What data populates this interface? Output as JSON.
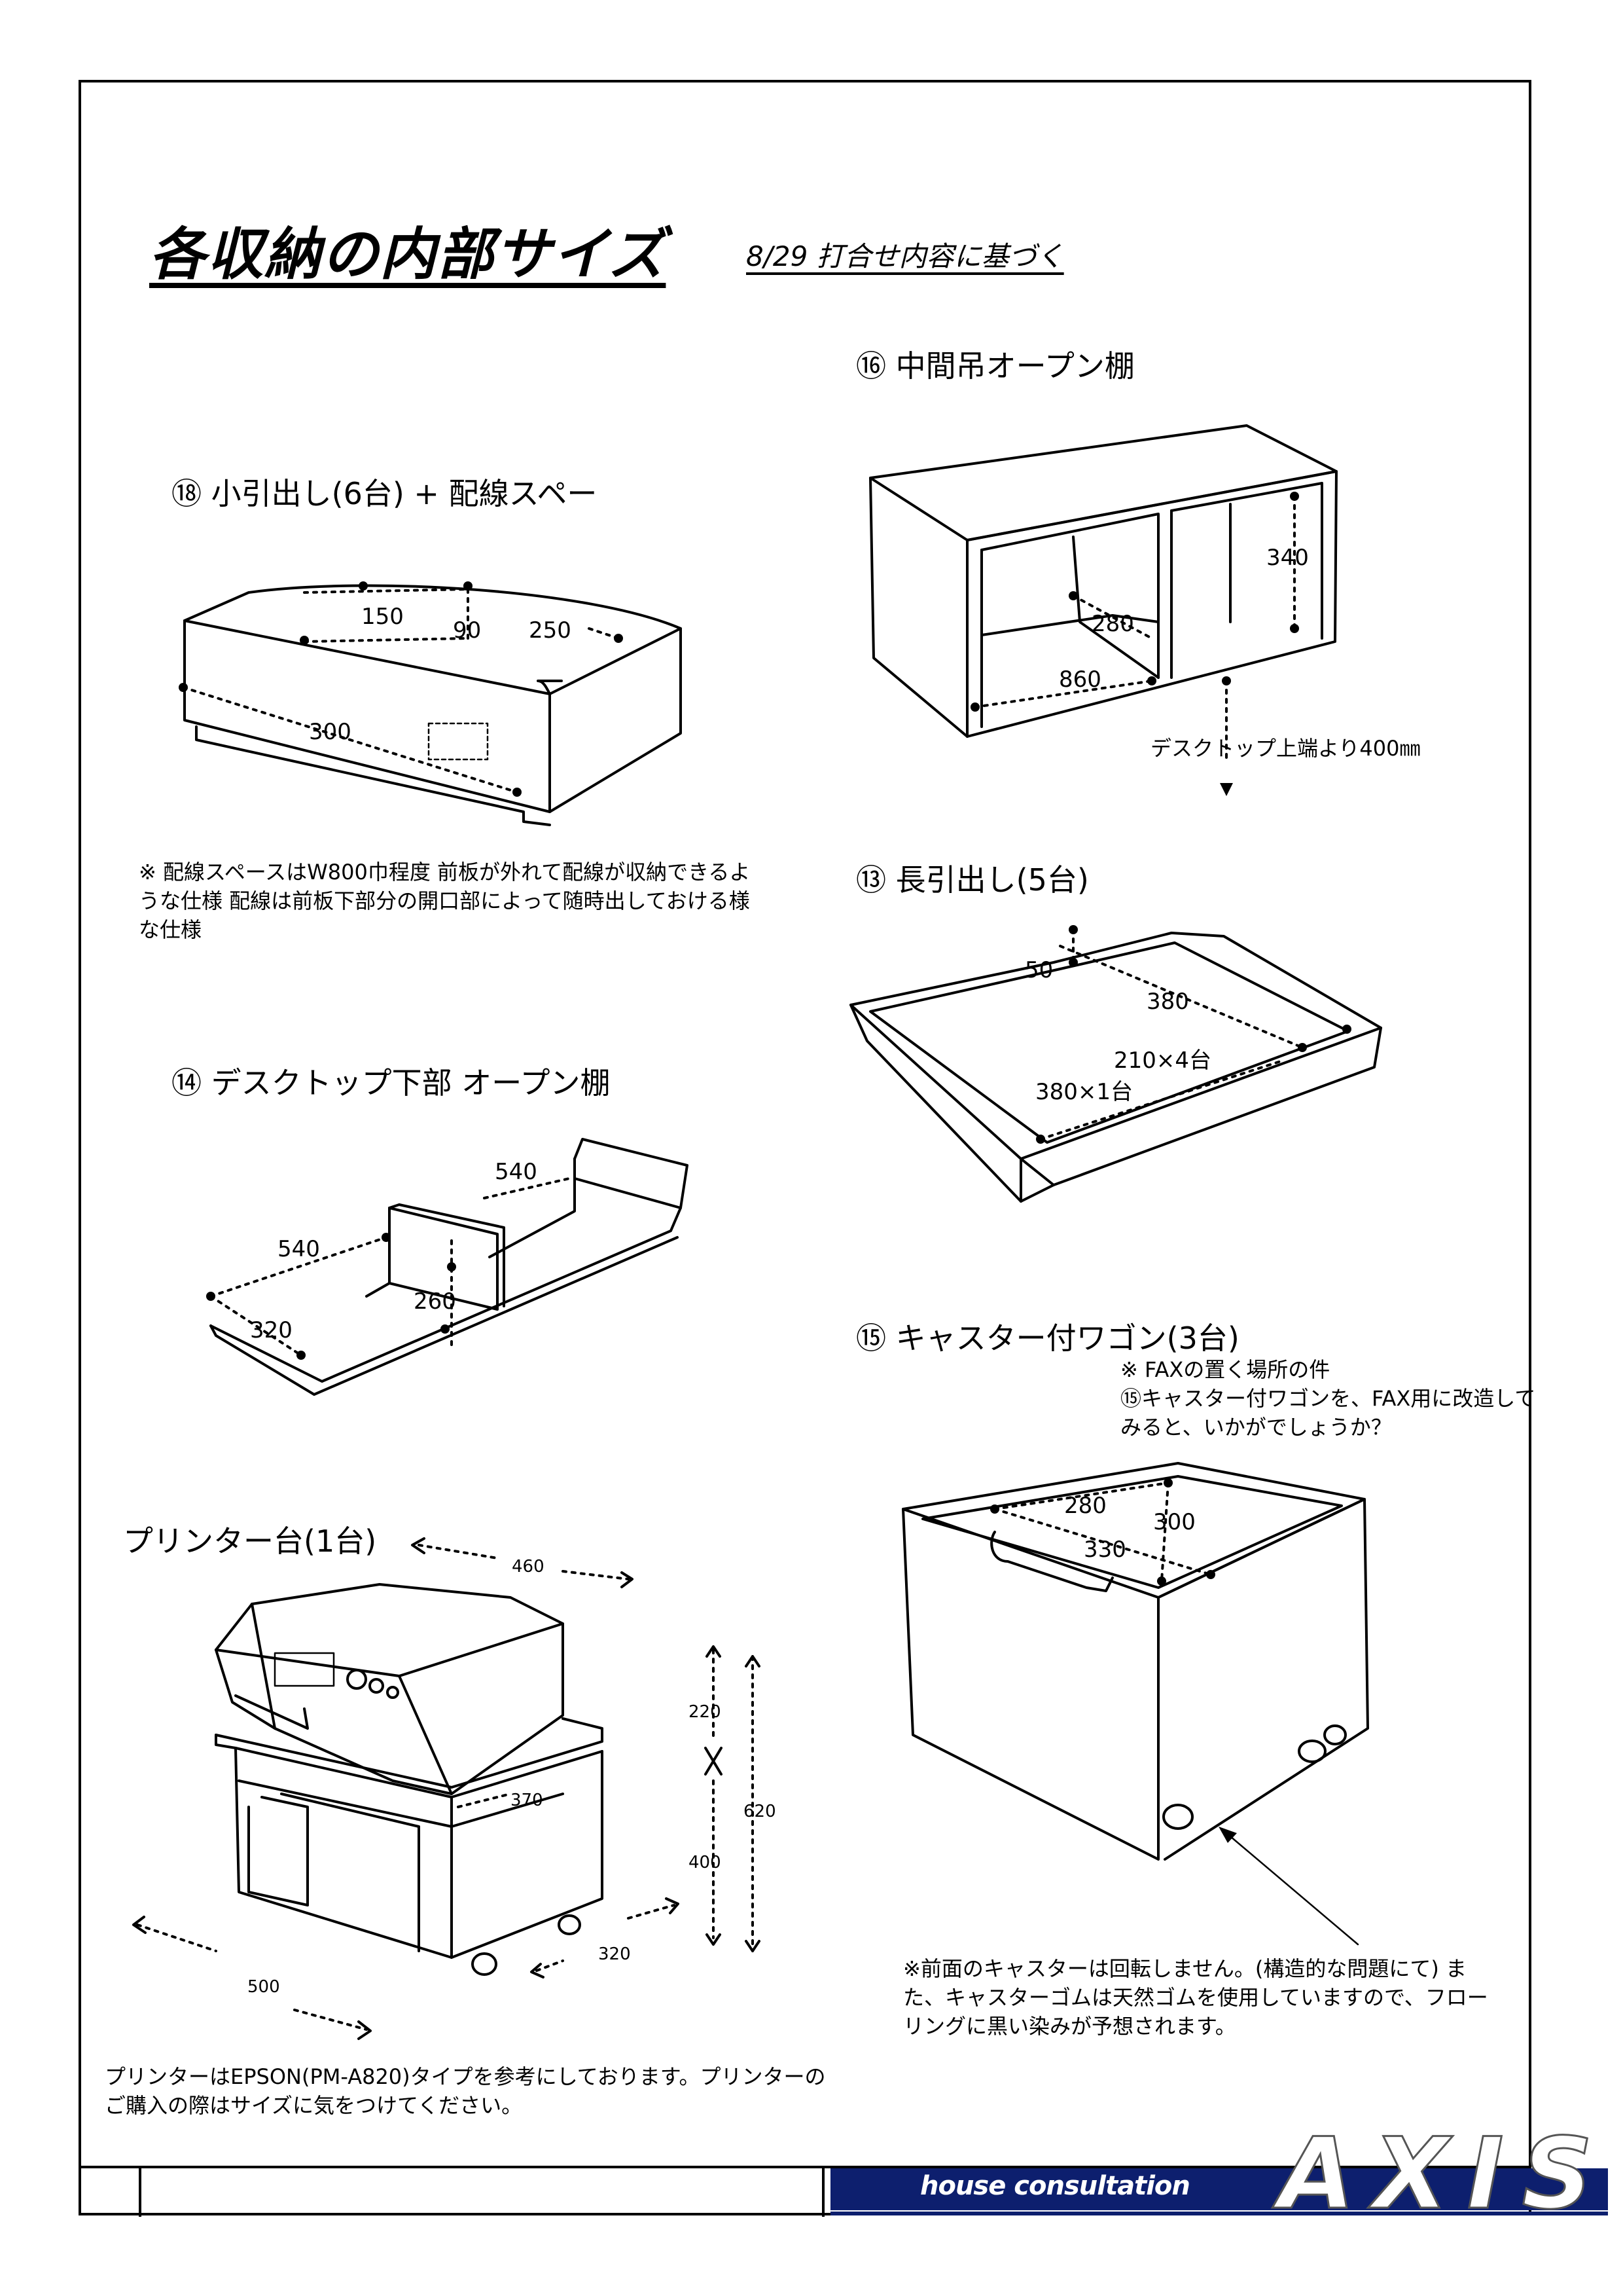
{
  "header": {
    "title": "各収納の内部サイズ",
    "subtitle": "8/29 打合せ内容に基づく"
  },
  "sections": {
    "s18": {
      "heading": "⑱ 小引出し(6台) + 配線スペー",
      "dims": [
        "150",
        "90",
        "250",
        "300"
      ],
      "note": "※ 配線スペースはW800巾程度 前板が外れて配線が収納できるような仕様 配線は前板下部分の開口部によって随時出しておける様な仕様"
    },
    "s16": {
      "heading": "⑯ 中間吊オープン棚",
      "dims": [
        "340",
        "280",
        "860"
      ],
      "note": "デスクトップ上端より400㎜"
    },
    "s13": {
      "heading": "⑬ 長引出し(5台)",
      "dims": [
        "50",
        "380",
        "210×4台",
        "380×1台"
      ]
    },
    "s14": {
      "heading": "⑭ デスクトップ下部 オープン棚",
      "dims": [
        "540",
        "540",
        "260",
        "320"
      ]
    },
    "s15": {
      "heading": "⑮  キャスター付ワゴン(3台)",
      "note_top": "※ FAXの置く場所の件\n⑮キャスター付ワゴンを、FAX用に改造してみると、いかがでしょうか？",
      "dims": [
        "280",
        "300",
        "330"
      ],
      "note_bottom": "※前面のキャスターは回転しません。(構造的な問題にて) また、キャスターゴムは天然ゴムを使用していますので、フローリングに黒い染みが予想されます。"
    },
    "printer": {
      "heading": "プリンター台(1台)",
      "dims": [
        "460",
        "220",
        "620",
        "370",
        "400",
        "320",
        "500"
      ],
      "note": "プリンターはEPSON(PM-A820)タイプを参考にしております。プリンターのご購入の際はサイズに気をつけてください。"
    }
  },
  "footer": {
    "tagline": "house consultation",
    "brand": "AXIS",
    "brand_color": "#0d1f6e"
  }
}
